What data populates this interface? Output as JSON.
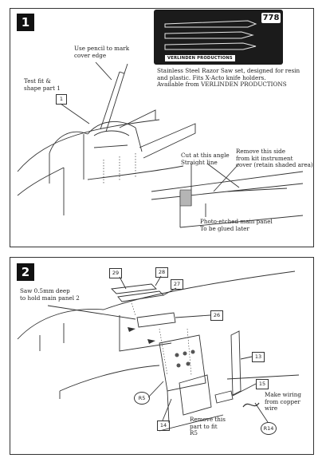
{
  "step1": {
    "number": "1",
    "notes": {
      "pencil": "Use pencil to mark\ncover edge",
      "test_fit": "Test fit &\nshape part 1",
      "cut_angle": "Cut at this angle\nStraight line",
      "remove_side": "Remove this side\nfrom kit instrument\ncover (retain shaded area)",
      "photo_etched": "Photo-etched main panel\nTo be glued later"
    },
    "part_label": "1",
    "product": {
      "number": "778",
      "brand": "VERLINDEN PRODUCTIONS",
      "description": "Stainless Steel Razor Saw set, designed for resin\nand plastic. Fits X-Acto knife holders.\nAvailable from VERLINDEN PRODUCTIONS"
    }
  },
  "step2": {
    "number": "2",
    "notes": {
      "saw_deep": "Saw 0.5mm deep\nto hold main panel 2",
      "remove_part": "Remove this\npart to fit\nR5",
      "wiring": "Make wiring\nfrom copper\nwire"
    },
    "parts": {
      "p29": "29",
      "p28": "28",
      "p27": "27",
      "p26": "26",
      "p13": "13",
      "p15": "15",
      "p14": "14",
      "r5": "R5",
      "r14": "R14"
    }
  },
  "colors": {
    "ink": "#222222",
    "shade": "#b5b5b5",
    "badge": "#111111"
  }
}
